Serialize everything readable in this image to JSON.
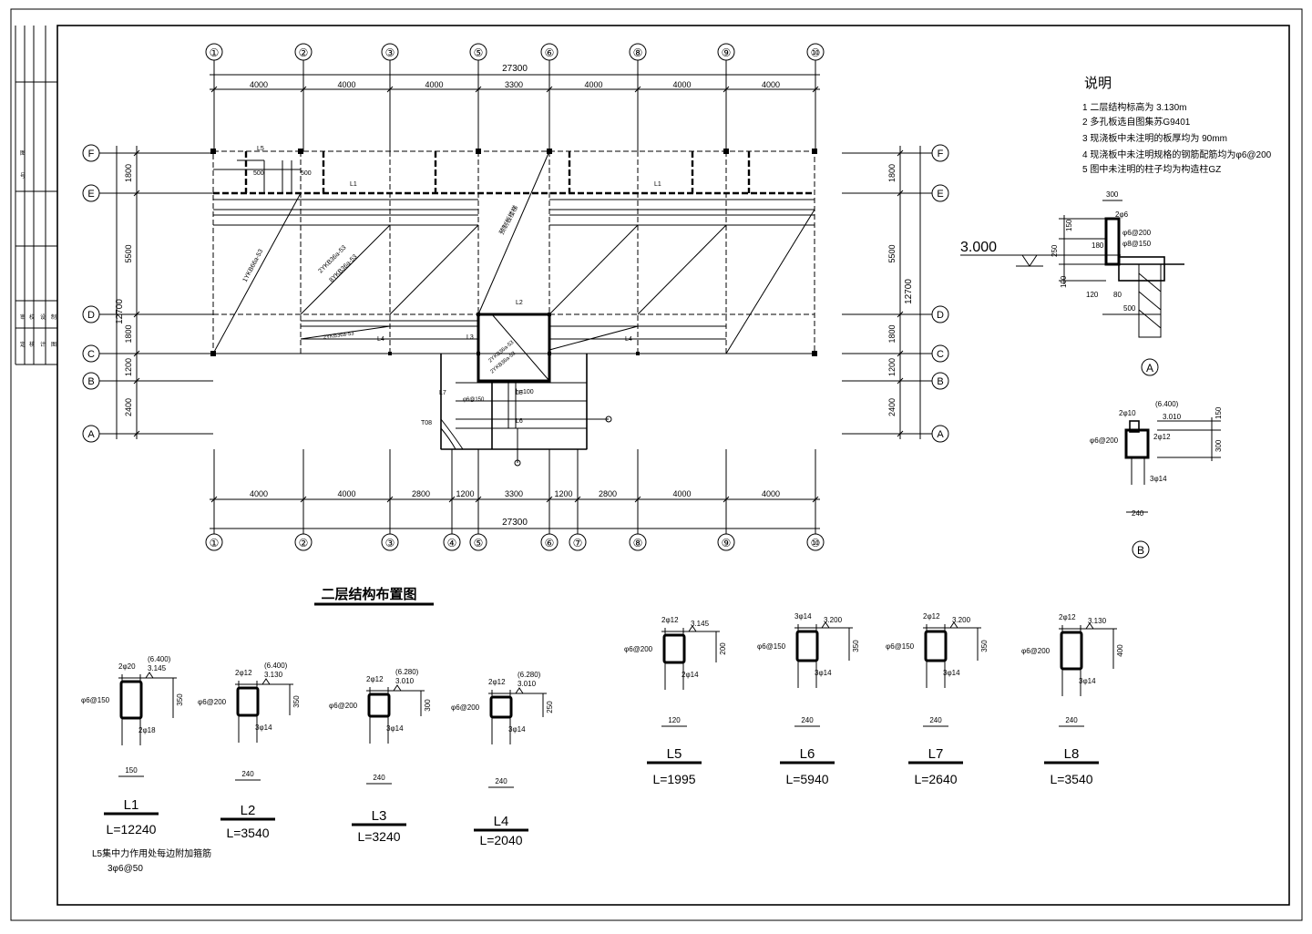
{
  "drawing": {
    "title": "二层结构布置图",
    "overall_dim": "27300",
    "top_axes": [
      "①",
      "②",
      "③",
      "⑤",
      "⑥",
      "⑧",
      "⑨",
      "⑩"
    ],
    "bottom_axes": [
      "①",
      "②",
      "③",
      "④",
      "⑤",
      "⑥",
      "⑦",
      "⑧",
      "⑨",
      "⑩"
    ],
    "row_axes": [
      "F",
      "E",
      "D",
      "C",
      "B",
      "A"
    ],
    "top_spans": [
      "4000",
      "4000",
      "4000",
      "3300",
      "4000",
      "4000",
      "4000"
    ],
    "bottom_spans": [
      "4000",
      "4000",
      "2800",
      "1200",
      "3300",
      "1200",
      "2800",
      "4000",
      "4000"
    ],
    "left_spans": [
      "1800",
      "5500",
      "1800",
      "1200",
      "2400"
    ],
    "left_total": "12700",
    "inner_labels": {
      "l1": "L1",
      "l2": "L2",
      "l3": "L3",
      "l4": "L4",
      "l5": "L5",
      "l6": "L6",
      "l7": "L7",
      "l8": "L8",
      "d500a": "500",
      "d500b": "500",
      "h100": "h=100",
      "phi6a": "φ6@150",
      "slab_a": "1YKB66a-53",
      "slab_b": "2YKB36a-53",
      "slab_c": "8YKB36a-53",
      "slab_d": "2YKB36a-53",
      "slab_e": "2YKB36a-53",
      "slab_f": "2YKB36a-53",
      "stair": "T08",
      "slab_note": "预制板楼梯"
    }
  },
  "notes": {
    "heading": "说明",
    "items": [
      "1  二层结构标高为 3.130m",
      "2  多孔板选自图集苏G9401",
      "3  现浇板中未注明的板厚均为 90mm",
      "4  现浇板中未注明规格的钢筋配筋均为φ6@200",
      "5  图中未注明的柱子均为构造柱GZ"
    ]
  },
  "detail_a": {
    "mark": "A",
    "level": "3.000",
    "dims": [
      "300",
      "150",
      "250",
      "180",
      "100",
      "120",
      "80",
      "500"
    ],
    "rebar": [
      "2φ6",
      "φ6@200",
      "φ8@150"
    ]
  },
  "detail_b": {
    "mark": "B",
    "rebar": [
      "2φ10",
      "φ6@200",
      "2φ12",
      "3φ14"
    ],
    "levels": [
      "(6.400)",
      "3.010"
    ],
    "dims": [
      "150",
      "300",
      "240"
    ]
  },
  "beams_left": [
    {
      "name": "L1",
      "length": "L=12240",
      "top": "2φ20",
      "stir": "φ6@150",
      "bot": "2φ18",
      "lv1": "(6.400)",
      "lv2": "3.145",
      "h": "350",
      "w": "150"
    },
    {
      "name": "L2",
      "length": "L=3540",
      "top": "2φ12",
      "stir": "φ6@200",
      "bot": "3φ14",
      "lv1": "(6.400)",
      "lv2": "3.130",
      "h": "350",
      "w": "240"
    },
    {
      "name": "L3",
      "length": "L=3240",
      "top": "2φ12",
      "stir": "φ6@200",
      "bot": "3φ14",
      "lv1": "(6.280)",
      "lv2": "3.010",
      "h": "300",
      "w": "240"
    },
    {
      "name": "L4",
      "length": "L=2040",
      "top": "2φ12",
      "stir": "φ6@200",
      "bot": "3φ14",
      "lv1": "(6.280)",
      "lv2": "3.010",
      "h": "250",
      "w": "240"
    }
  ],
  "beams_right": [
    {
      "name": "L5",
      "length": "L=1995",
      "top": "2φ12",
      "stir": "φ6@200",
      "bot": "2φ14",
      "lv": "3.145",
      "h": "200",
      "w": "120"
    },
    {
      "name": "L6",
      "length": "L=5940",
      "top": "3φ14",
      "stir": "φ6@150",
      "bot": "3φ14",
      "lv": "3.200",
      "h": "350",
      "w": "240"
    },
    {
      "name": "L7",
      "length": "L=2640",
      "top": "2φ12",
      "stir": "φ6@150",
      "bot": "3φ14",
      "lv": "3.200",
      "h": "350",
      "w": "240"
    },
    {
      "name": "L8",
      "length": "L=3540",
      "top": "2φ12",
      "stir": "φ6@200",
      "bot": "3φ14",
      "lv": "3.130",
      "h": "400",
      "w": "240"
    }
  ],
  "beam_note": {
    "line1": "L5集中力作用处每边附加箍筋",
    "line2": "3φ6@50"
  }
}
